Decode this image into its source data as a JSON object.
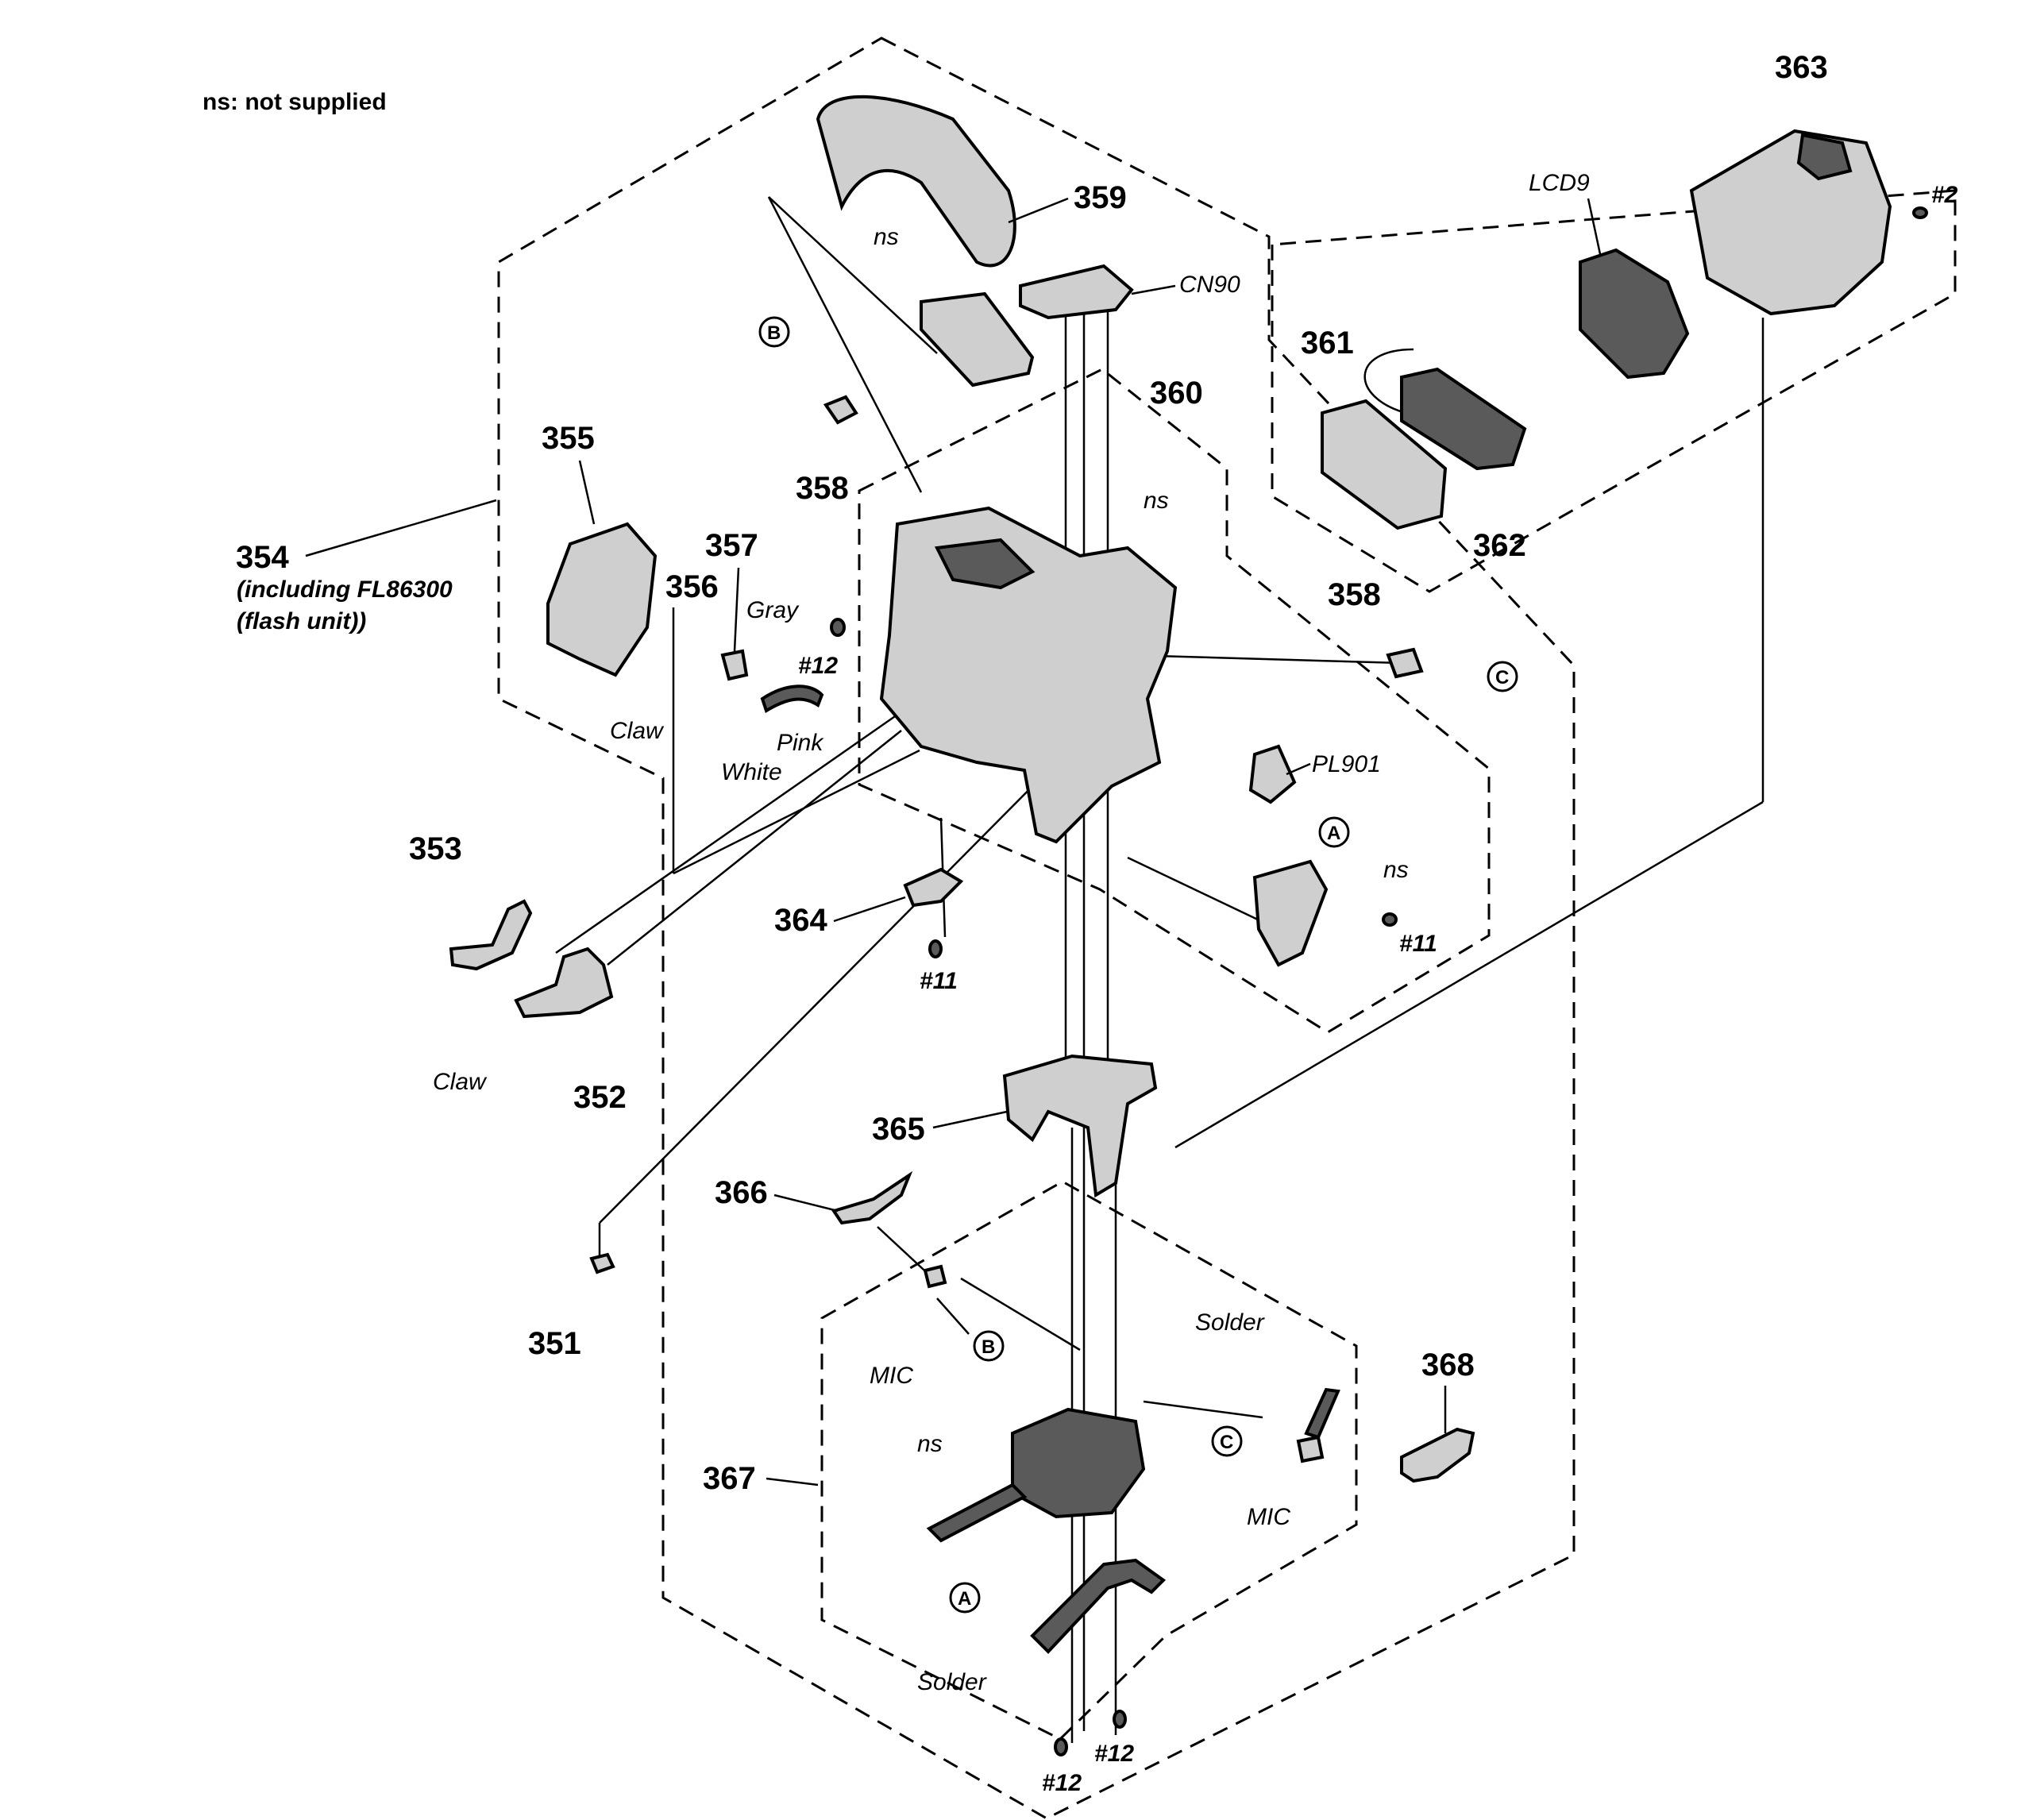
{
  "note": "ns: not supplied",
  "parts": {
    "p351": "351",
    "p352": "352",
    "p353": "353",
    "p354": "354",
    "p354_note1": "(including FL86300",
    "p354_note2": "(flash unit))",
    "p355": "355",
    "p356": "356",
    "p357": "357",
    "p358a": "358",
    "p358b": "358",
    "p359": "359",
    "p360": "360",
    "p361": "361",
    "p362": "362",
    "p363": "363",
    "p364": "364",
    "p365": "365",
    "p366": "366",
    "p367": "367",
    "p368": "368"
  },
  "labels": {
    "ns_top": "ns",
    "ns_mid": "ns",
    "ns_right": "ns",
    "ns_bottom": "ns",
    "cn90": "CN90",
    "lcd9": "LCD9",
    "pl901": "PL901",
    "gray": "Gray",
    "pink": "Pink",
    "white": "White",
    "claw_top": "Claw",
    "claw_bottom": "Claw",
    "mic_left": "MIC",
    "mic_right": "MIC",
    "solder_top": "Solder",
    "solder_bottom": "Solder"
  },
  "screws": {
    "s2": "#2",
    "s12_mid": "#12",
    "s11_mid": "#11",
    "s11_right": "#11",
    "s12_bottom_left": "#12",
    "s12_bottom_right": "#12"
  },
  "refs": {
    "b_top": "B",
    "b_bottom": "B",
    "c_right": "C",
    "c_bottom": "C",
    "a_mid": "A",
    "a_bottom": "A"
  }
}
